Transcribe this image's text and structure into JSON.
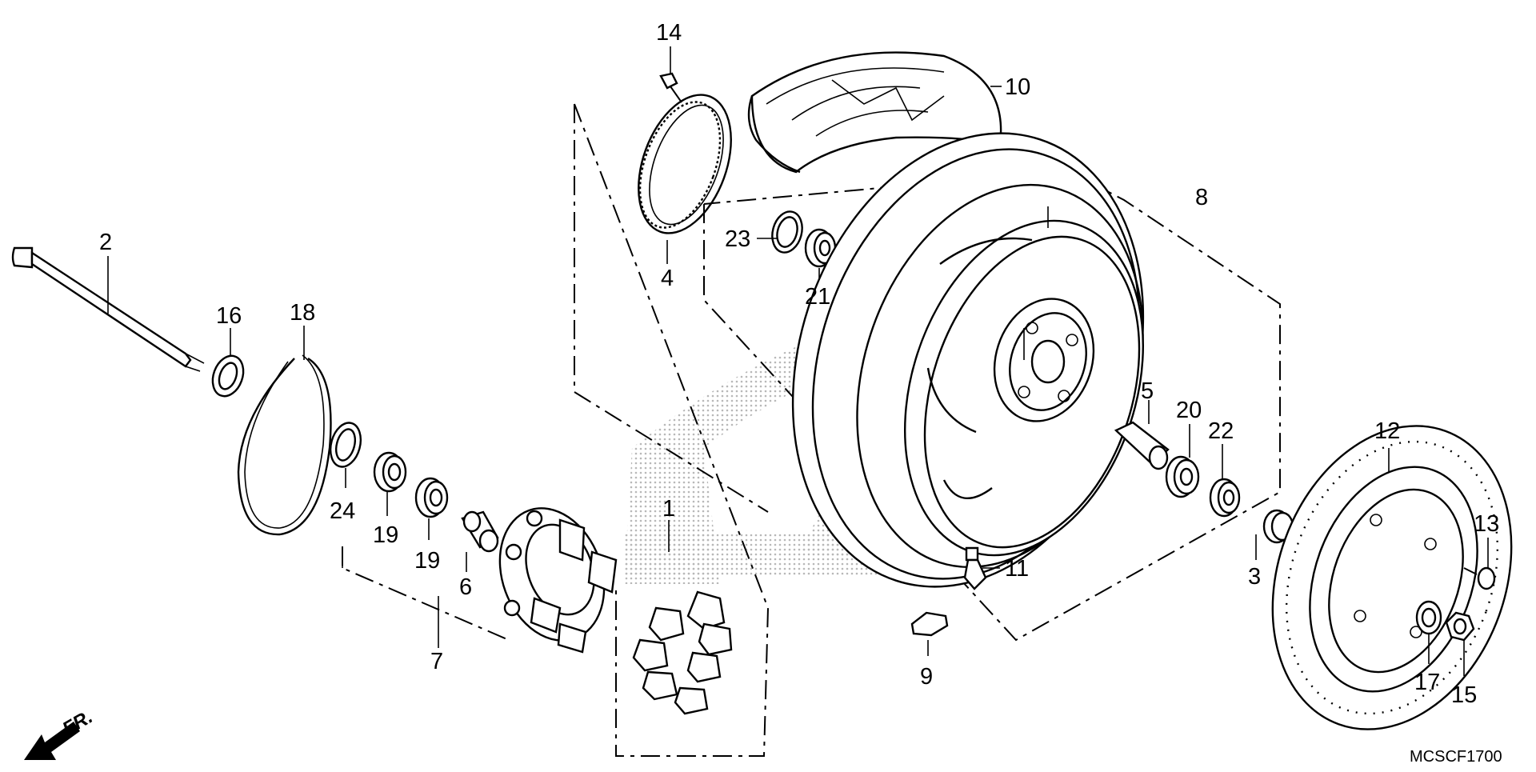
{
  "diagram": {
    "code": "MCSCF1700",
    "front_label": "FR.",
    "callouts": [
      "1",
      "2",
      "3",
      "4",
      "5",
      "6",
      "7",
      "8",
      "9",
      "10",
      "11",
      "12",
      "13",
      "14",
      "15",
      "16",
      "17",
      "18",
      "19",
      "19",
      "20",
      "21",
      "22",
      "23",
      "24"
    ]
  },
  "colors": {
    "line": "#000000",
    "watermark": "#b8b8b8",
    "background": "#ffffff"
  },
  "icons": [
    "front-direction-arrow-icon",
    "honda-wing-watermark-icon"
  ]
}
